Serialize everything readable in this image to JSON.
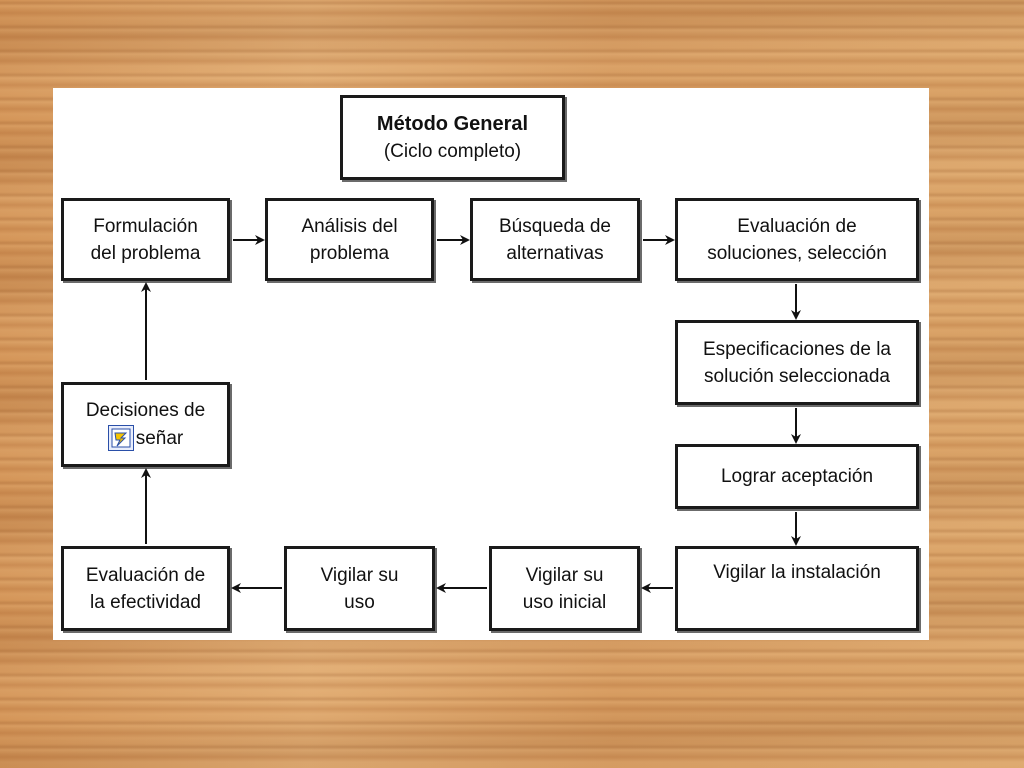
{
  "diagram": {
    "title": "Método General",
    "subtitle": "(Ciclo completo)",
    "steps": {
      "formulacion": "Formulación\ndel problema",
      "analisis": "Análisis del\nproblema",
      "busqueda": "Búsqueda de\nalternativas",
      "evaluacion_soluciones": "Evaluación de\nsoluciones, selección",
      "especificaciones": "Especificaciones de la\nsolución seleccionada",
      "aceptacion": "Lograr aceptación",
      "instalacion": "Vigilar la instalación",
      "uso_inicial": "Vigilar su\nuso inicial",
      "uso": "Vigilar su\nuso",
      "efectividad": "Evaluación de\nla efectividad",
      "decisiones_line1": "Decisiones de",
      "decisiones_line2": "señar"
    },
    "decision_icon": "lightning-document-icon",
    "colors": {
      "box_border": "#1a1a1a",
      "panel": "#ffffff",
      "wood": "#d9a066"
    }
  }
}
